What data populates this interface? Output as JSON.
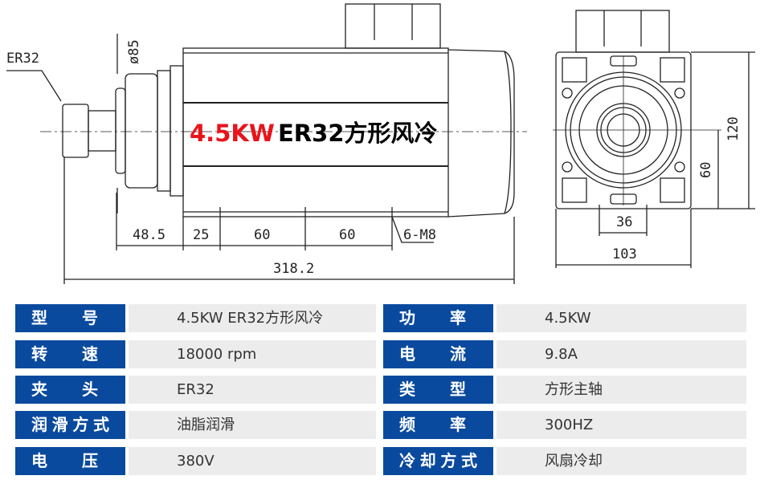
{
  "drawing": {
    "title_power": "4.5KW",
    "title_model": "ER32方形风冷",
    "labels": {
      "collet": "ER32",
      "diameter": "ø85",
      "d_nose": "48.5",
      "d_25": "25",
      "d_60a": "60",
      "d_60b": "60",
      "mount_holes": "6-M8",
      "total_length": "318.2",
      "height": "120",
      "center_height": "60",
      "hole_spacing": "36",
      "width": "103"
    }
  },
  "specs": {
    "left": [
      {
        "label": "型号",
        "value": "4.5KW ER32方形风冷"
      },
      {
        "label": "转速",
        "value": "18000 rpm"
      },
      {
        "label": "夹头",
        "value": "ER32"
      },
      {
        "label": "润滑方式",
        "value": "油脂润滑"
      },
      {
        "label": "电压",
        "value": "380V"
      }
    ],
    "right": [
      {
        "label": "功率",
        "value": "4.5KW"
      },
      {
        "label": "电流",
        "value": "9.8A"
      },
      {
        "label": "类型",
        "value": "方形主轴"
      },
      {
        "label": "频率",
        "value": "300HZ"
      },
      {
        "label": "冷却方式",
        "value": "风扇冷却"
      }
    ]
  },
  "colors": {
    "label_bg": "#0a4a9e",
    "value_bg": "#ececec",
    "title_red": "#e8141b"
  }
}
